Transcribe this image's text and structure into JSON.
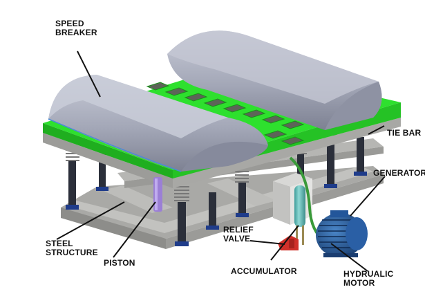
{
  "labels": {
    "speed_breaker": "SPEED\nBREAKER",
    "tie_bar": "TIE BAR",
    "generator": "GENERATOR",
    "relief_valve": "RELIEF\nVALVE",
    "steel_structure": "STEEL\nSTRUCTURE",
    "piston": "PISTON",
    "accumulator": "ACCUMULATOR",
    "hydraulic_motor": "HYDRUALIC\nMOTOR"
  },
  "colors": {
    "frame_green": "#2ee02e",
    "hump_grey": "#9fa3b3",
    "steel_grey": "#b4b4b2",
    "pillar_dark": "#2b2f3a",
    "spring": "#8a8a80",
    "piston_purple": "#9b7fd6",
    "accumulator_teal": "#5ab3b0",
    "motor_blue": "#1e4f8f",
    "valve_red": "#d0302a",
    "pipe_green": "#3a9a3a"
  }
}
